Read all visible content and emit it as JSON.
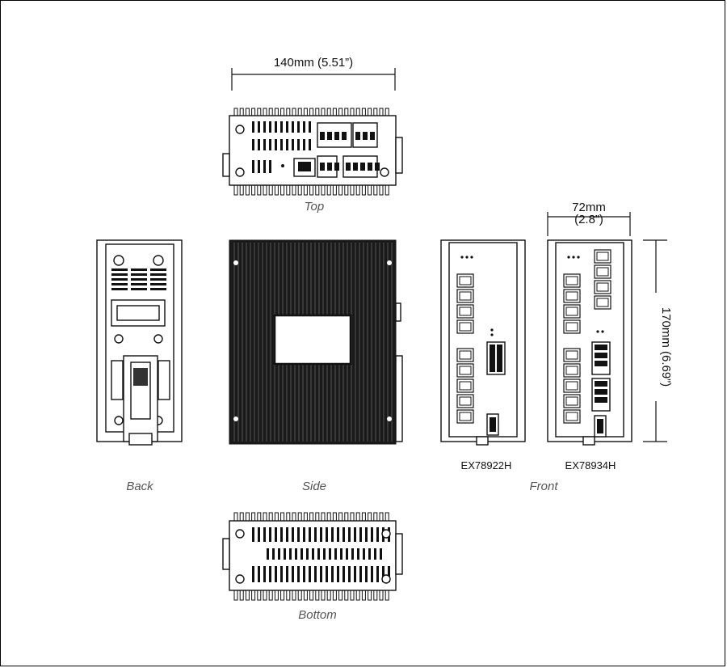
{
  "dimensions": {
    "width": "140mm (5.51”)",
    "depth_mm": "72mm",
    "depth_in": "(2.8”)",
    "height": "170mm (6.69”)"
  },
  "views": {
    "top": "Top",
    "back": "Back",
    "side": "Side",
    "front": "Front",
    "bottom": "Bottom"
  },
  "models": {
    "left": "EX78922H",
    "right": "EX78934H"
  }
}
